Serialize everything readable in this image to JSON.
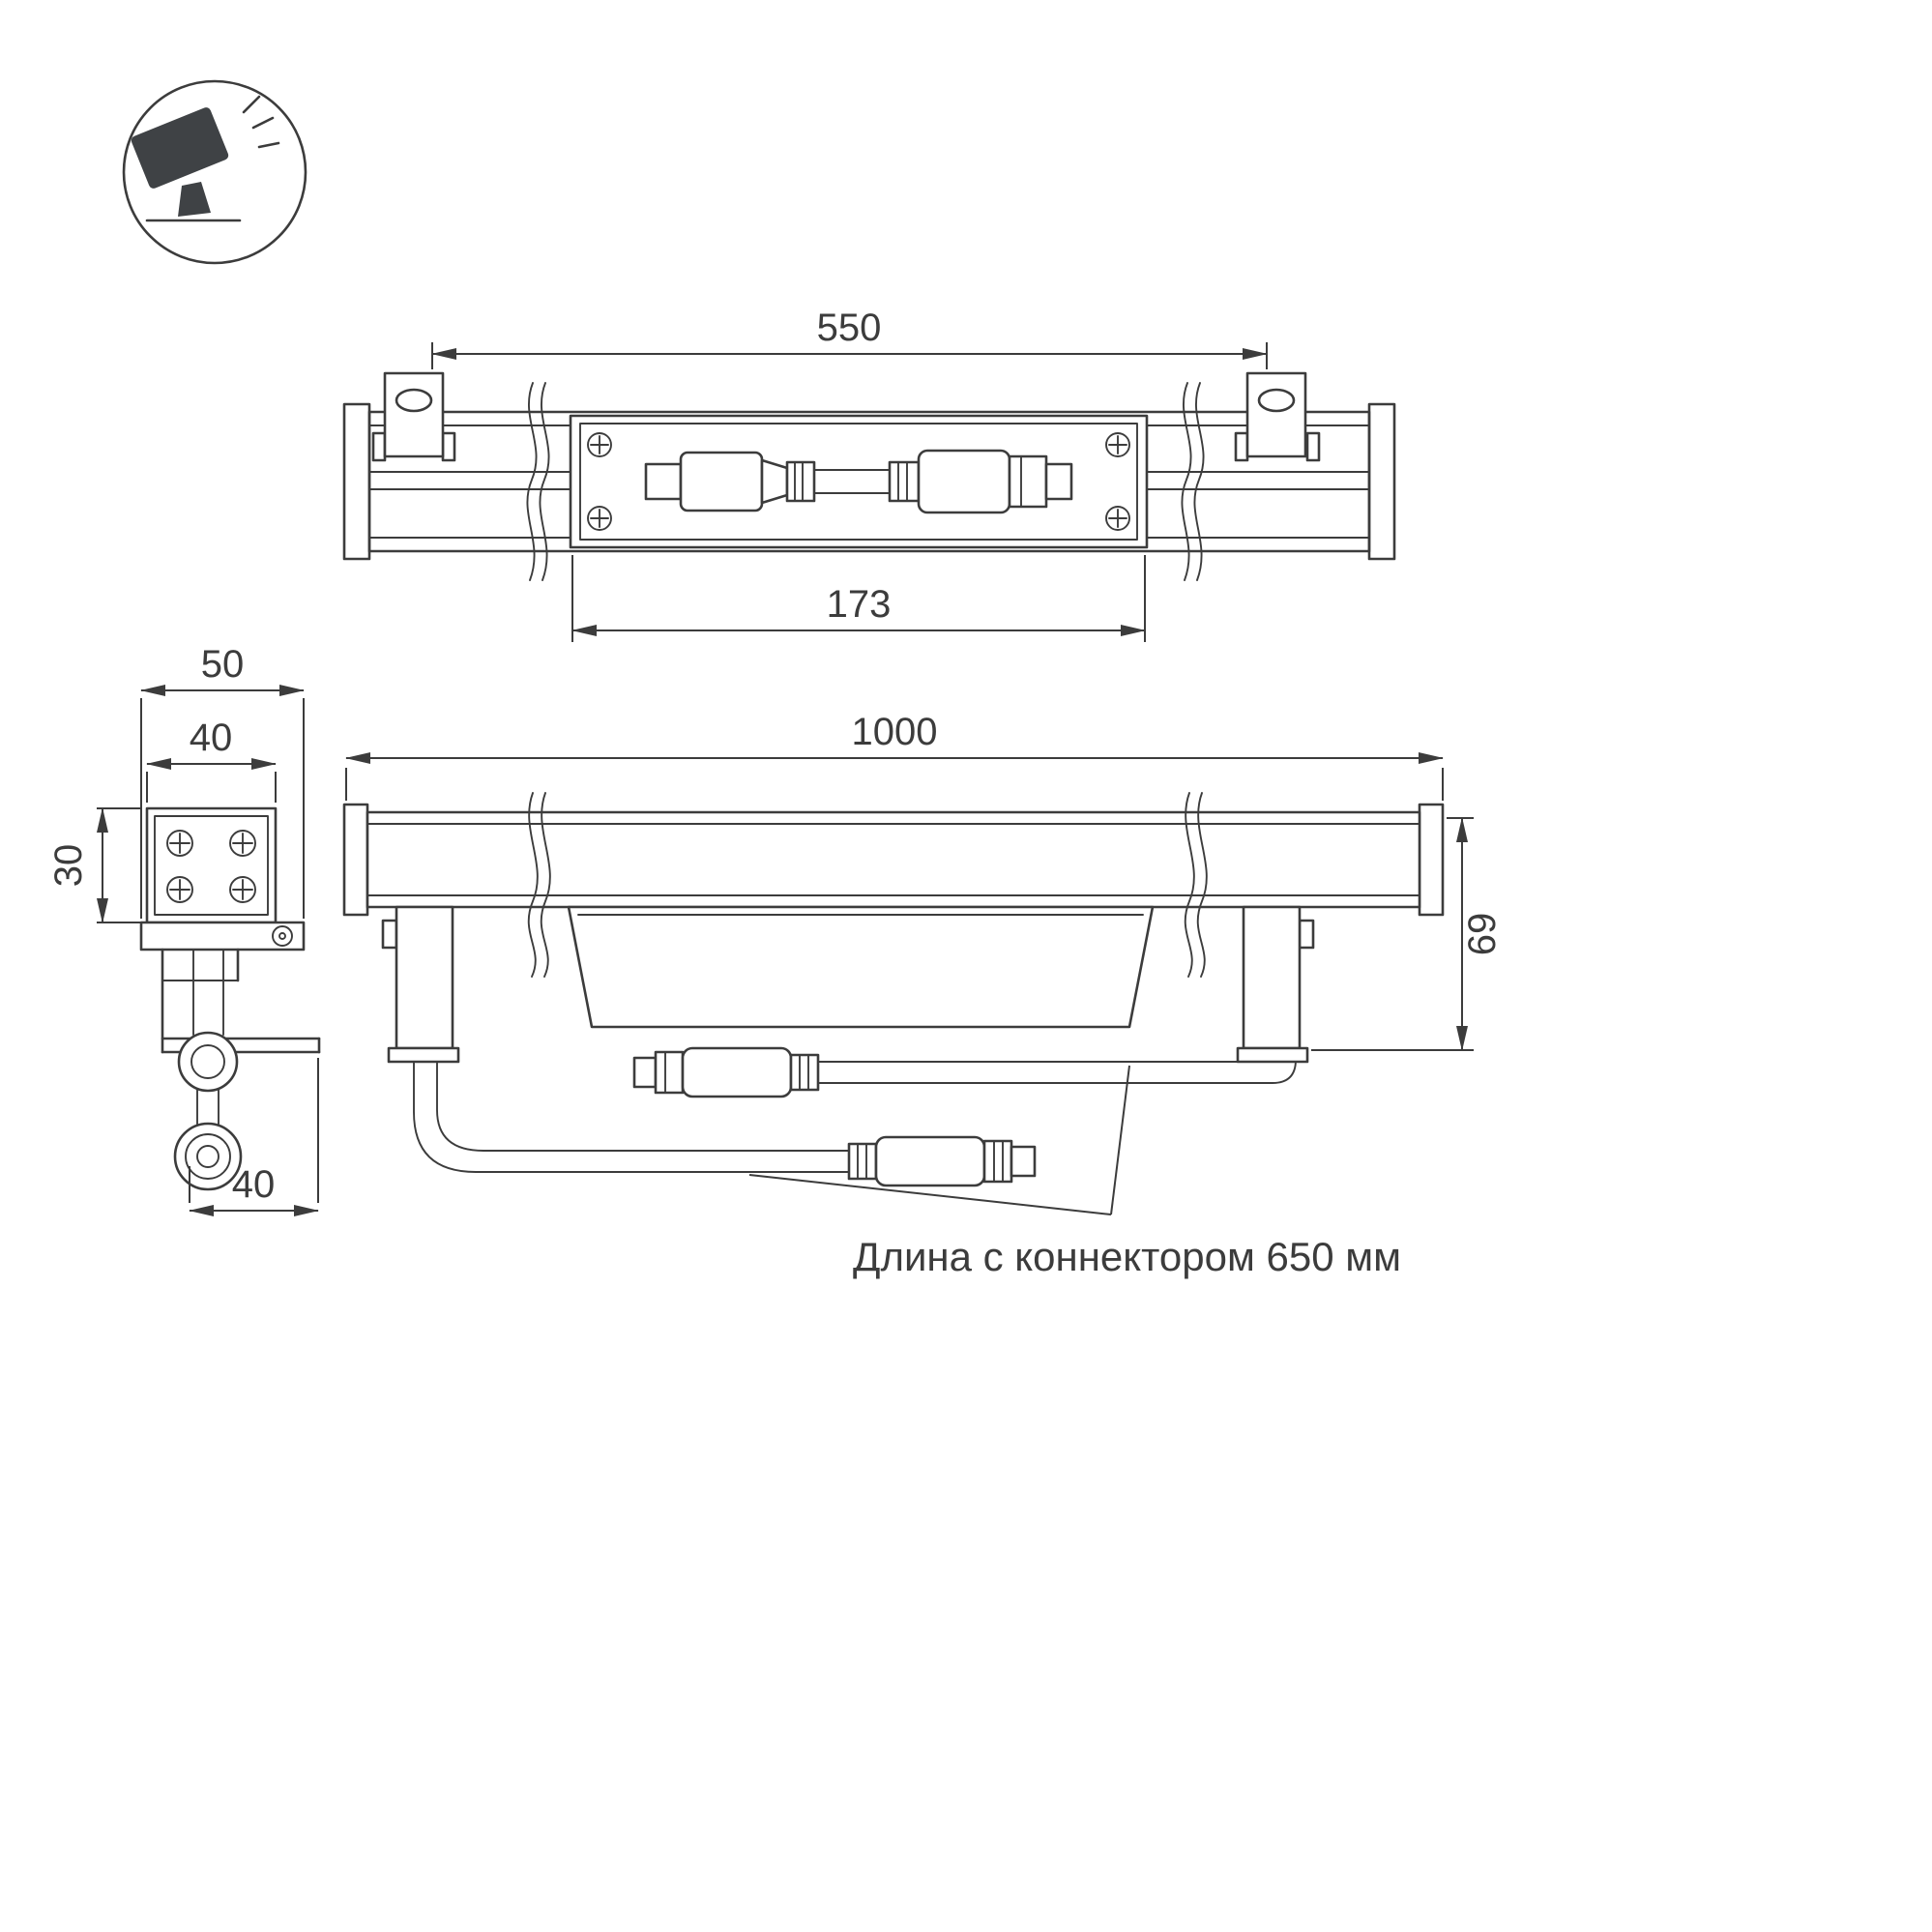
{
  "page": {
    "background": "#ffffff"
  },
  "colors": {
    "line": "#3c3c3c",
    "icon_fill": "#3f4245"
  },
  "icon": {
    "name": "floodlight-icon"
  },
  "dimensions": {
    "d550": "550",
    "d173": "173",
    "d1000": "1000",
    "d69": "69",
    "d50": "50",
    "d40_top": "40",
    "d30": "30",
    "d40_bottom": "40"
  },
  "annotation": {
    "connector_note": "Длина с коннектором 650 мм"
  }
}
